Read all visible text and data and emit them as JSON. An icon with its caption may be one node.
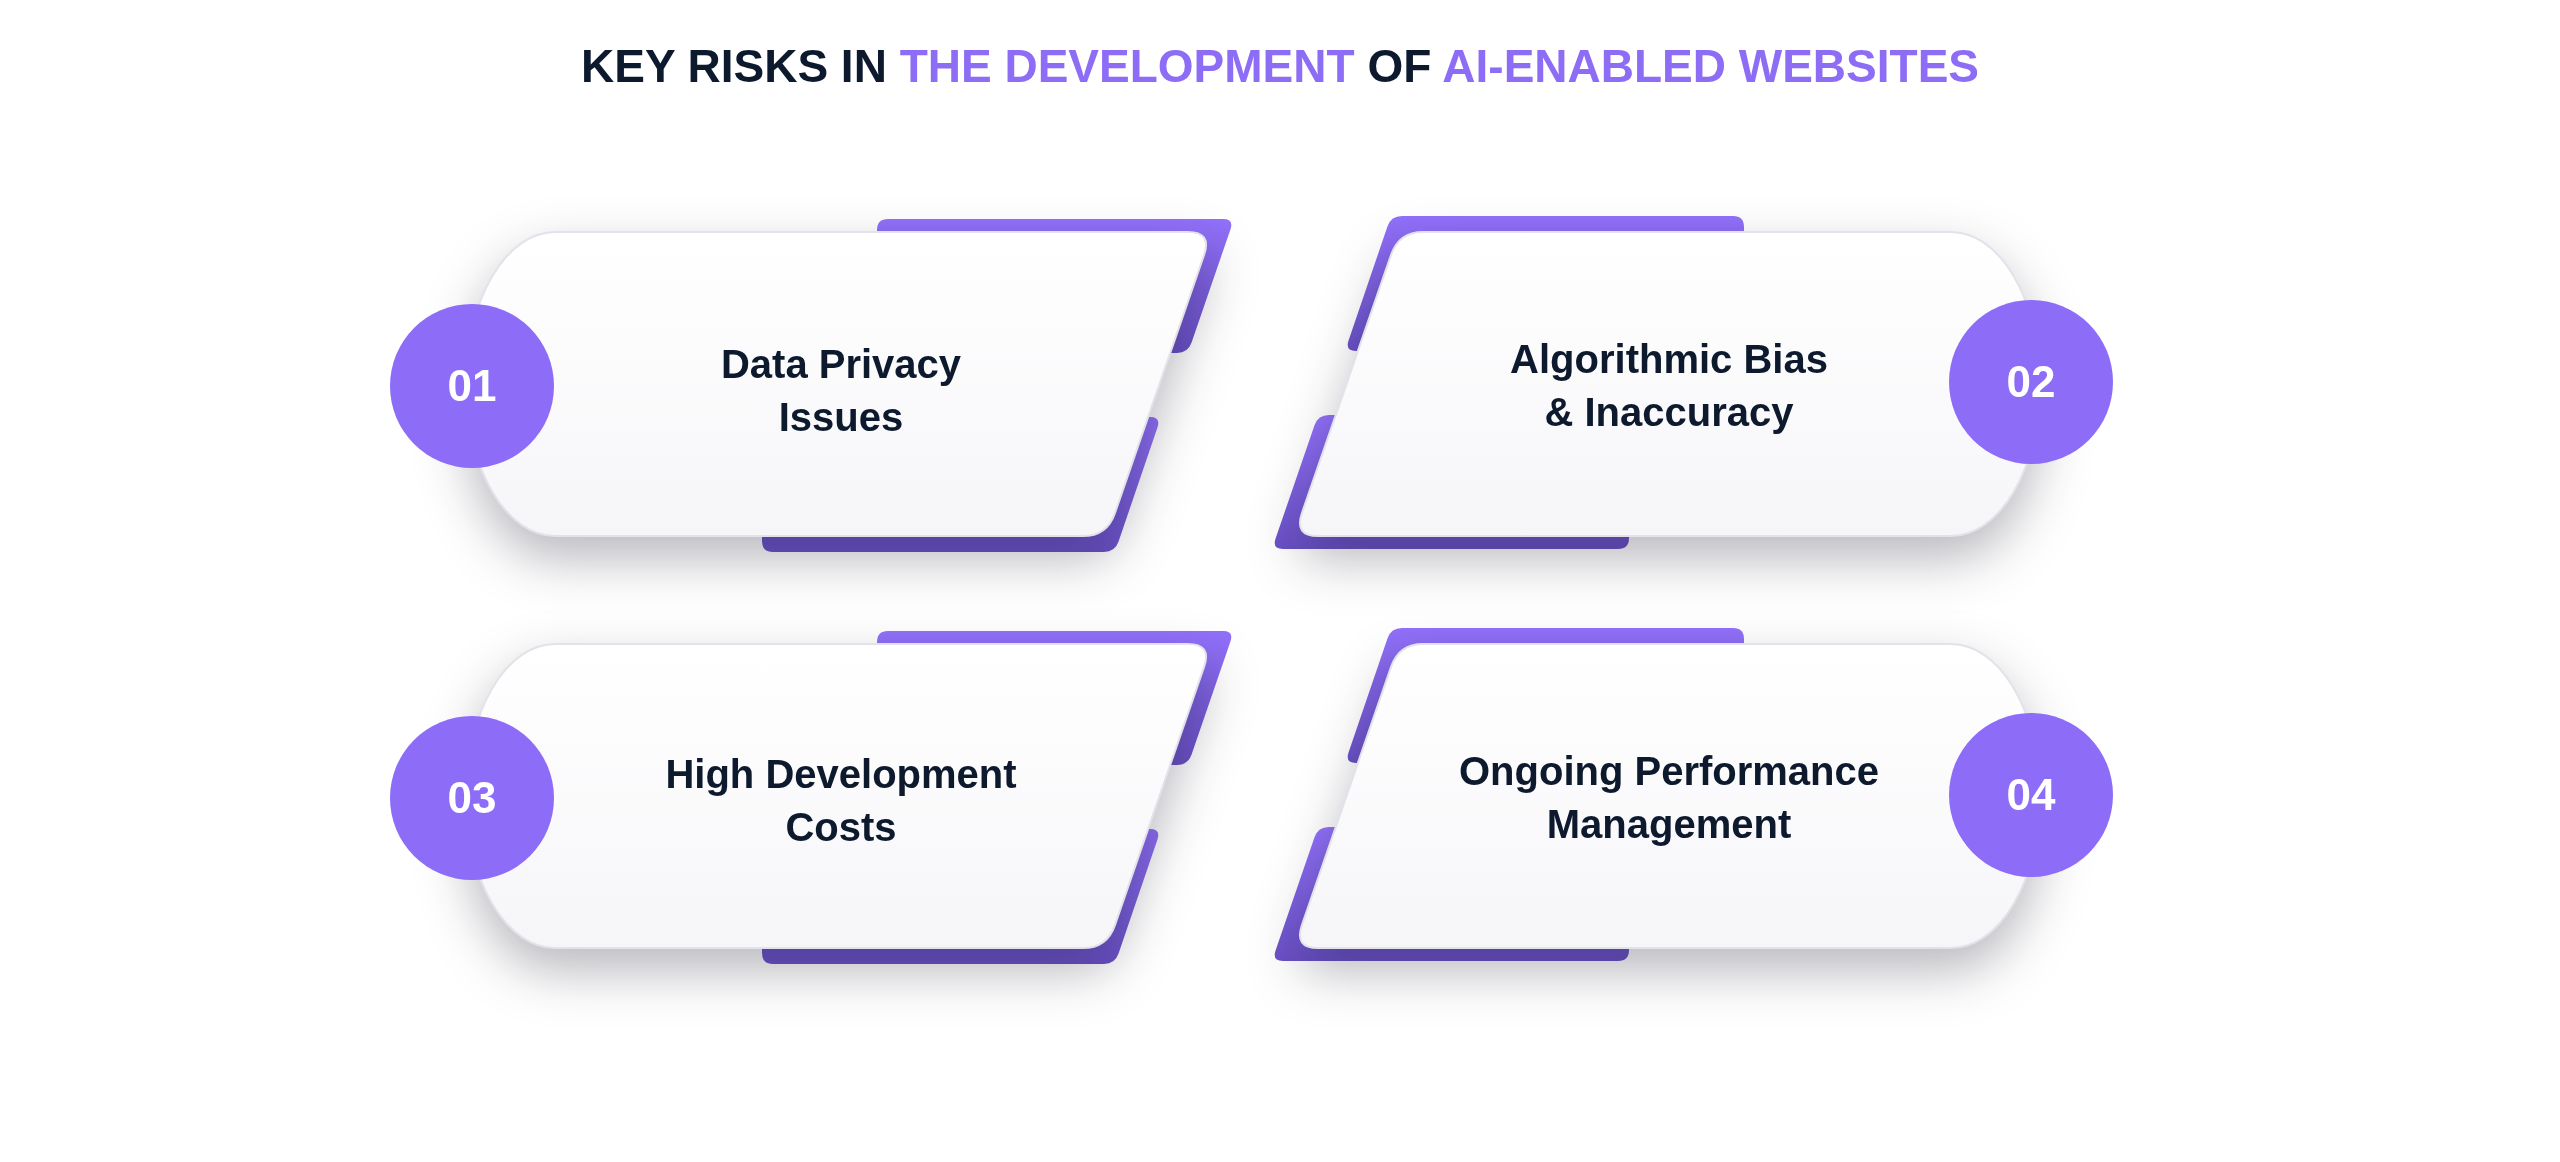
{
  "diagram": {
    "title": "KEY RISKS IN **THE DEVELOPMENT** OF **AI-ENABLED WEBSITES**",
    "nodes": [
      {
        "text": [
          "01"
        ]
      },
      {
        "text": [
          "Data Privacy Issues"
        ]
      },
      {
        "text": [
          "Algorithmic Bias & Inaccuracy"
        ]
      },
      {
        "text": [
          "02"
        ]
      },
      {
        "text": [
          "03"
        ]
      },
      {
        "text": [
          "High Development Costs"
        ]
      },
      {
        "text": [
          "Ongoing Performance Management"
        ]
      },
      {
        "text": [
          "04"
        ]
      }
    ]
  }
}
